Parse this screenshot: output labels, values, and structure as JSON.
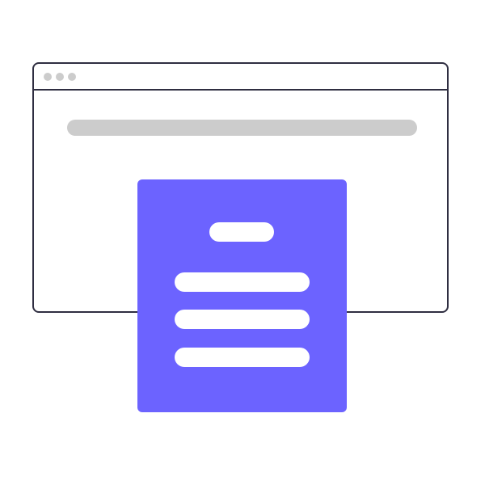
{
  "illustration": {
    "icon": "browser-with-document",
    "colors": {
      "outline": "#2f2e41",
      "placeholder_gray": "#cccccc",
      "accent": "#6c63ff",
      "background": "#ffffff"
    },
    "browser": {
      "window_dots": 3
    },
    "document": {
      "text_lines": 3
    }
  }
}
